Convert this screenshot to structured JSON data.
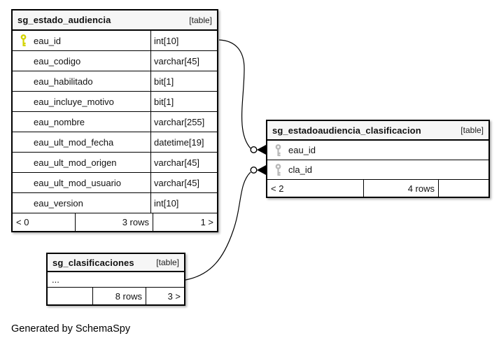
{
  "footer_note": "Generated by SchemaSpy",
  "colors": {
    "background": "#ffffff",
    "table_header_bg": "#f6f6f6",
    "border": "#000000",
    "primary_key_icon": "#d4d400",
    "secondary_key_icon": "#b9b9b9"
  },
  "tables": [
    {
      "name": "sg_estado_audiencia",
      "badge": "[table]",
      "columns": [
        {
          "name": "eau_id",
          "type": "int[10]",
          "key": "primary"
        },
        {
          "name": "eau_codigo",
          "type": "varchar[45]",
          "key": ""
        },
        {
          "name": "eau_habilitado",
          "type": "bit[1]",
          "key": ""
        },
        {
          "name": "eau_incluye_motivo",
          "type": "bit[1]",
          "key": ""
        },
        {
          "name": "eau_nombre",
          "type": "varchar[255]",
          "key": ""
        },
        {
          "name": "eau_ult_mod_fecha",
          "type": "datetime[19]",
          "key": ""
        },
        {
          "name": "eau_ult_mod_origen",
          "type": "varchar[45]",
          "key": ""
        },
        {
          "name": "eau_ult_mod_usuario",
          "type": "varchar[45]",
          "key": ""
        },
        {
          "name": "eau_version",
          "type": "int[10]",
          "key": ""
        }
      ],
      "footer": {
        "left": "< 0",
        "center": "3 rows",
        "right": "1 >"
      }
    },
    {
      "name": "sg_estadoaudiencia_clasificacion",
      "badge": "[table]",
      "columns": [
        {
          "name": "eau_id",
          "key": "key"
        },
        {
          "name": "cla_id",
          "key": "key"
        }
      ],
      "footer": {
        "left": "< 2",
        "center": "4 rows",
        "right": ""
      }
    },
    {
      "name": "sg_clasificaciones",
      "badge": "[table]",
      "columns": [
        {
          "name": "...",
          "key": ""
        }
      ],
      "footer": {
        "left": "",
        "center": "8 rows",
        "right": "3 >"
      }
    }
  ],
  "relationships": [
    {
      "from": "sg_estado_audiencia.eau_id",
      "to": "sg_estadoaudiencia_clasificacion.eau_id"
    },
    {
      "from": "sg_clasificaciones",
      "to": "sg_estadoaudiencia_clasificacion.cla_id"
    }
  ]
}
